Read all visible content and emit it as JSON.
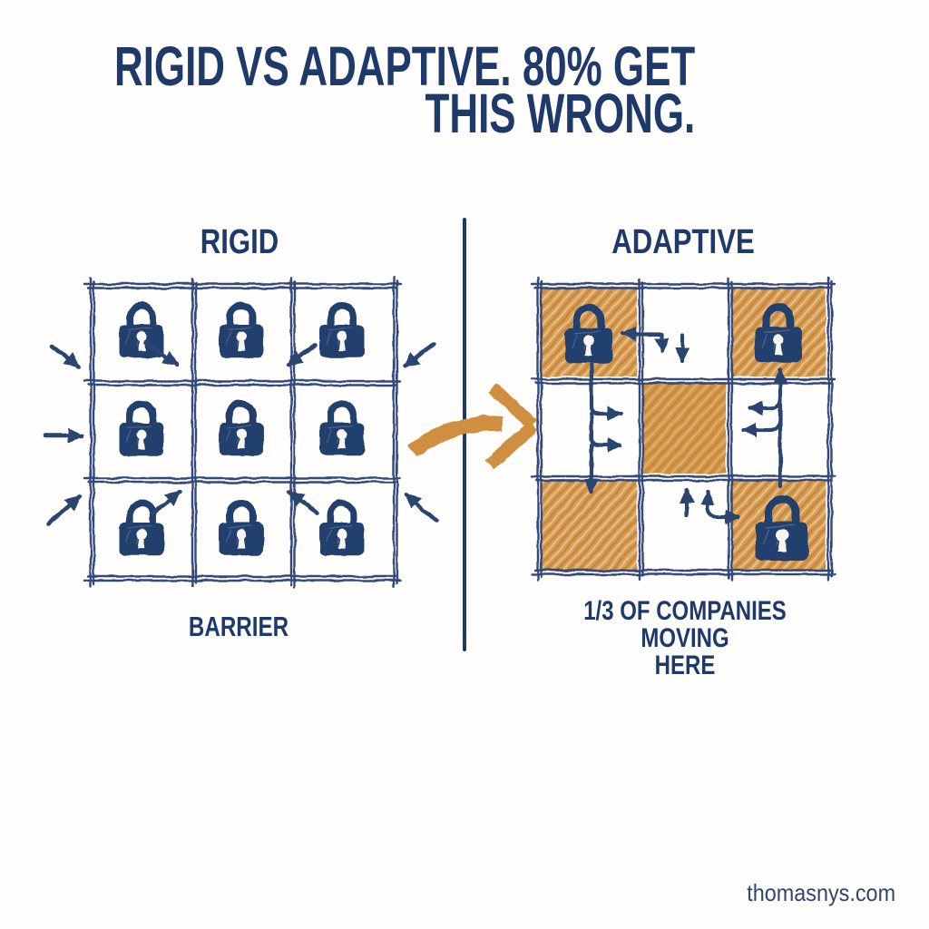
{
  "title": {
    "line1": "RIGID VS ADAPTIVE. 80% GET",
    "line2": "THIS WRONG."
  },
  "left_panel": {
    "heading": "RIGID",
    "caption": "BARRIER",
    "grid": {
      "rows": 3,
      "cols": 3,
      "cells": [
        [
          "lock",
          "lock",
          "lock"
        ],
        [
          "lock",
          "lock",
          "lock"
        ],
        [
          "lock",
          "lock",
          "lock"
        ]
      ],
      "inner_arrows": [
        {
          "cell": [
            0,
            0
          ],
          "direction": "down-right"
        },
        {
          "cell": [
            0,
            2
          ],
          "direction": "down-left"
        },
        {
          "cell": [
            2,
            0
          ],
          "direction": "up-right"
        },
        {
          "cell": [
            2,
            2
          ],
          "direction": "up-left"
        }
      ],
      "outer_arrows_inward": [
        "left-top",
        "left-middle",
        "left-bottom",
        "right-top",
        "right-bottom"
      ]
    }
  },
  "right_panel": {
    "heading": "ADAPTIVE",
    "caption_line1": "1/3 OF COMPANIES MOVING",
    "caption_line2": "HERE",
    "grid": {
      "rows": 3,
      "cols": 3,
      "cells": [
        [
          "lock-shaded",
          "empty",
          "lock-shaded"
        ],
        [
          "empty",
          "shaded",
          "empty"
        ],
        [
          "shaded",
          "empty",
          "lock-shaded"
        ]
      ],
      "flow_arrows": [
        {
          "from": [
            0,
            1
          ],
          "to": [
            0,
            0
          ]
        },
        {
          "from": [
            0,
            1
          ],
          "to": [
            1,
            1
          ]
        },
        {
          "from": [
            0,
            0
          ],
          "to": [
            1,
            1
          ]
        },
        {
          "from": [
            0,
            0
          ],
          "to": [
            2,
            0
          ]
        },
        {
          "from": [
            1,
            2
          ],
          "to": [
            1,
            1
          ]
        },
        {
          "from": [
            2,
            2
          ],
          "to": [
            0,
            2
          ]
        },
        {
          "from": [
            2,
            1
          ],
          "to": [
            1,
            1
          ]
        },
        {
          "from": [
            2,
            1
          ],
          "to": [
            2,
            2
          ]
        }
      ]
    }
  },
  "connector_arrow": {
    "direction": "left-to-right",
    "style": "hand-drawn-brush"
  },
  "divider": {
    "orientation": "vertical"
  },
  "watermark": "thomasnys.com",
  "colors": {
    "navy_text": "#1d3a6b",
    "navy_line": "#30487a",
    "lock_navy": "#24416d",
    "orange_fill": "#d69a52",
    "orange_arrow": "#cf8e40",
    "background": "#fffefd"
  }
}
